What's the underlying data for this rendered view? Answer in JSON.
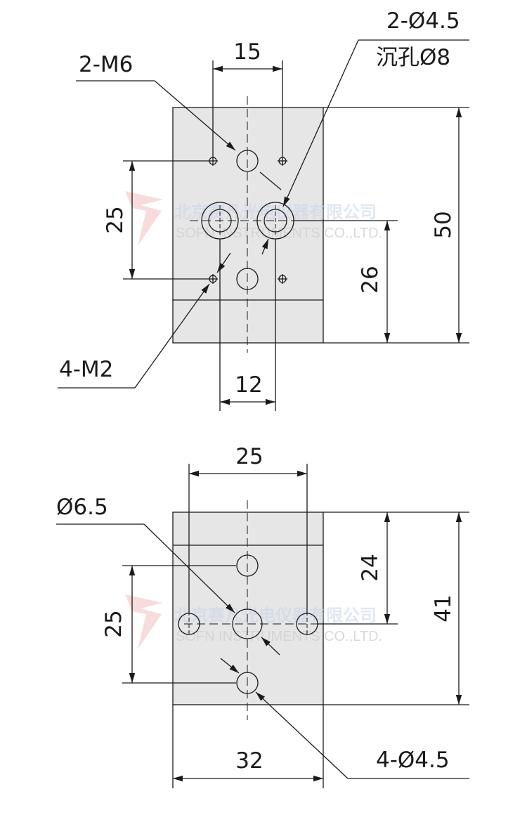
{
  "top_view": {
    "dim_width_holes": "15",
    "dim_height_holes": "25",
    "dim_total_height": "50",
    "dim_lower_offset": "26",
    "dim_bottom_spacing": "12",
    "label_m6": "2-M6",
    "label_m2": "4-M2",
    "label_counterbore_1": "2-Ø4.5",
    "label_counterbore_2": "沉孔Ø8"
  },
  "bottom_view": {
    "dim_top_spacing": "25",
    "dim_left_height": "25",
    "dim_upper_offset": "24",
    "dim_total_height": "41",
    "dim_width": "32",
    "label_large_hole": "Ø6.5",
    "label_small_holes": "4-Ø4.5"
  },
  "watermark": {
    "cn": "北京赛凡光电仪器有限公司",
    "en": "SOFN INSTRUMENTS CO.,LTD."
  },
  "colors": {
    "part_fill": "#e6e6e6",
    "line": "#1a1a1a"
  }
}
